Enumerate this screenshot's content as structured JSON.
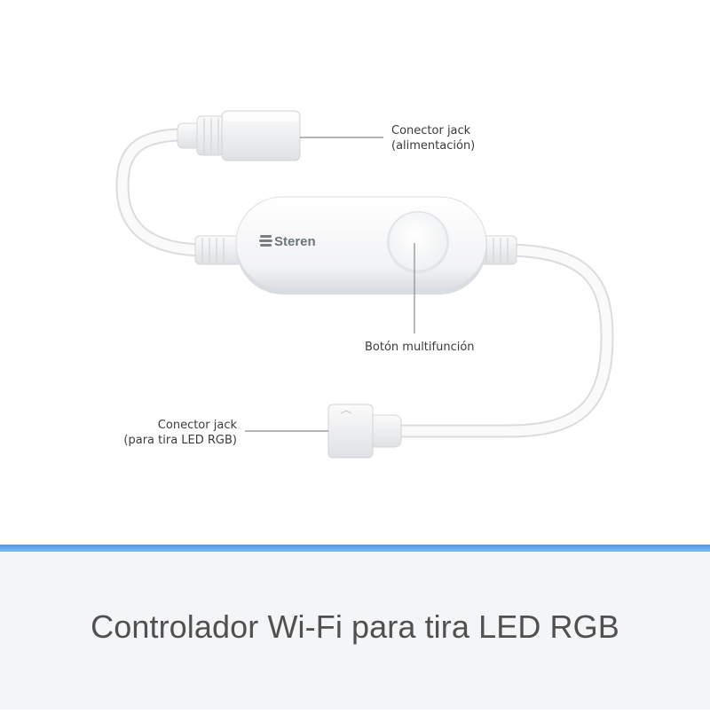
{
  "brand": "Steren",
  "callouts": {
    "power_connector": [
      "Conector jack",
      "(alimentación)"
    ],
    "multifunction_button": [
      "Botón multifunción"
    ],
    "rgb_connector": [
      "Conector jack",
      "(para tira LED RGB)"
    ]
  },
  "title": "Controlador Wi-Fi para tira LED RGB",
  "colors": {
    "accent_rule": "#4d97e0",
    "footer_background": "#f4f5f7",
    "title_text": "#505050",
    "leader_line": "#8a8a8a"
  }
}
